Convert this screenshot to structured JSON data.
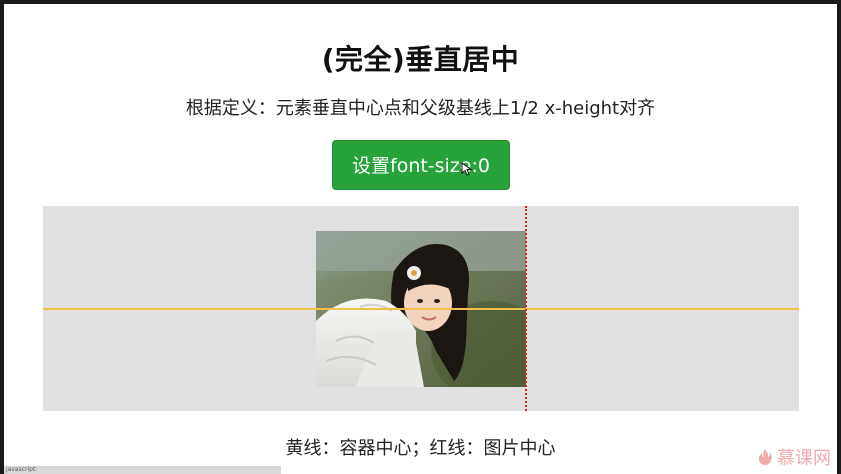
{
  "slide": {
    "title": "(完全)垂直居中",
    "definition": "根据定义：元素垂直中心点和父级基线上1/2 x-height对齐",
    "button_label": "设置font-size:0",
    "caption": "黄线：容器中心；红线：图片中心"
  },
  "status": {
    "text": "javascript:"
  },
  "watermark": {
    "text": "慕课网"
  },
  "colors": {
    "button_bg": "#28a33a",
    "stage_bg": "#e1e0e1",
    "container_center_line": "#f2c14a",
    "image_center_line": "#d9231f"
  },
  "icons": {
    "cursor": "mouse-pointer-icon",
    "watermark_logo": "flame-logo-icon"
  }
}
